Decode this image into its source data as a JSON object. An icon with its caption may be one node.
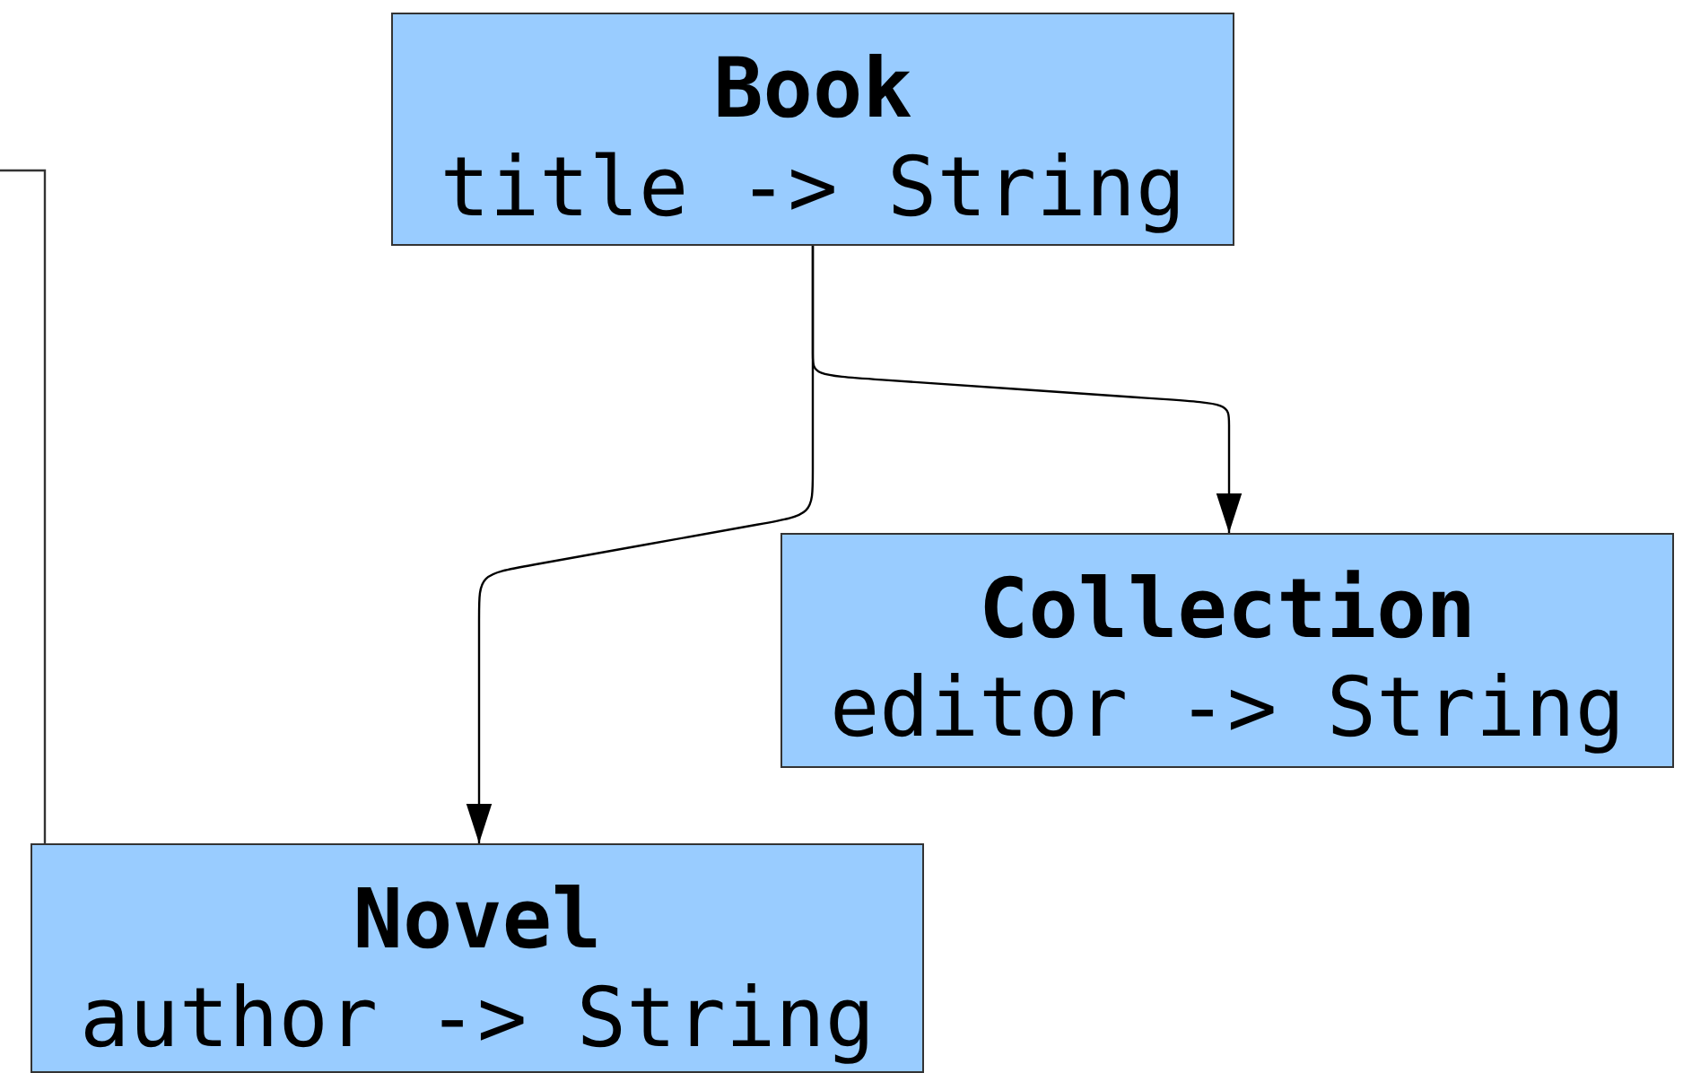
{
  "diagram": {
    "nodes": [
      {
        "text": [
          "Book",
          "title -> String"
        ]
      },
      {
        "text": [
          "Collection",
          "editor -> String"
        ]
      },
      {
        "text": [
          "Novel",
          "author -> String"
        ]
      }
    ],
    "edges": [
      {
        "from": 0,
        "to": 2,
        "arrow": "to"
      },
      {
        "from": 0,
        "to": 1,
        "arrow": "to"
      },
      {
        "from": null,
        "to": 2,
        "arrow": "none"
      }
    ]
  }
}
